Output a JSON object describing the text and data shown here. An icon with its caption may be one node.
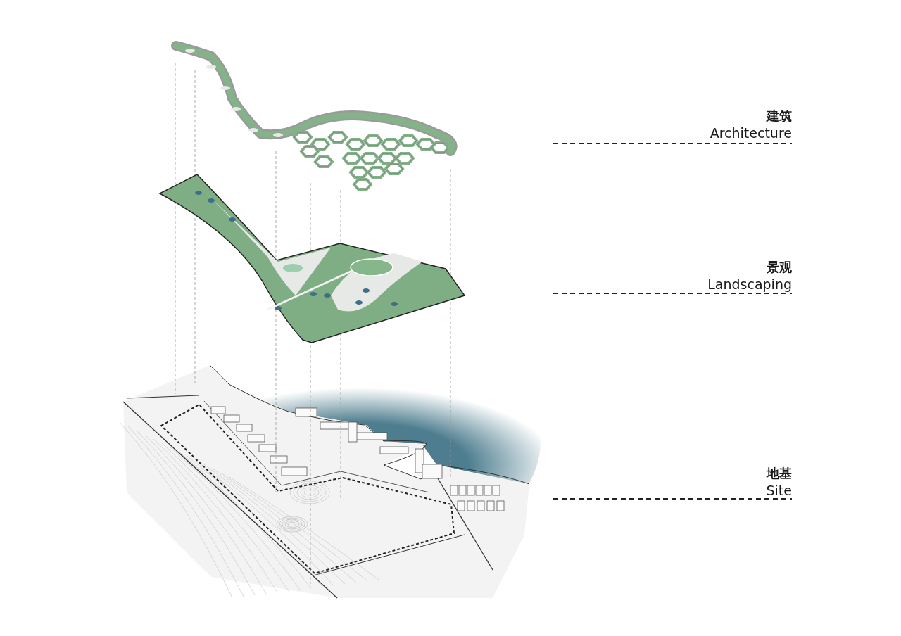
{
  "diagram": {
    "labels": [
      "建筑",
      "Architecture",
      "景观",
      "Landscaping",
      "地基",
      "Site"
    ]
  }
}
